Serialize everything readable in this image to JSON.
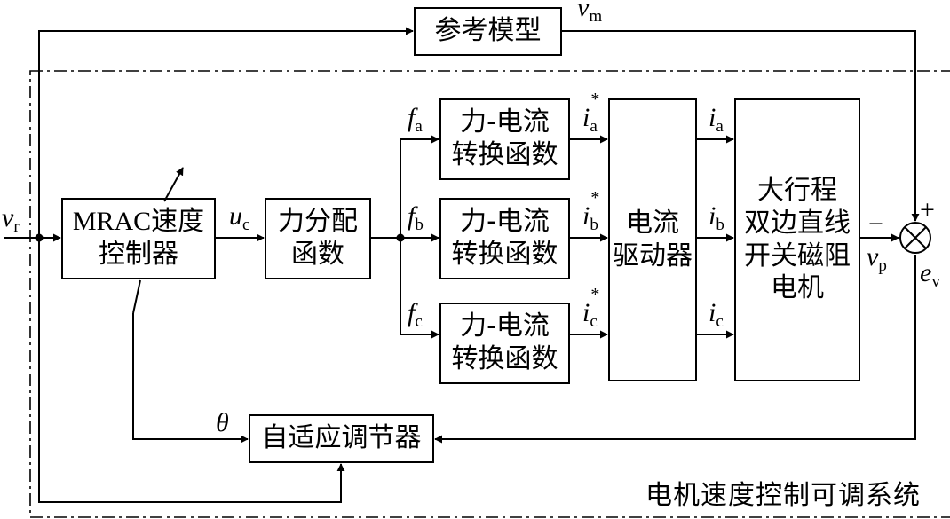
{
  "blocks": {
    "reference_model": "参考模型",
    "mrac_controller_line1": "MRAC速度",
    "mrac_controller_line2": "控制器",
    "force_distribution_line1": "力分配",
    "force_distribution_line2": "函数",
    "force_current_a_line1": "力-电流",
    "force_current_a_line2": "转换函数",
    "force_current_b_line1": "力-电流",
    "force_current_b_line2": "转换函数",
    "force_current_c_line1": "力-电流",
    "force_current_c_line2": "转换函数",
    "current_driver_line1": "电流",
    "current_driver_line2": "驱动器",
    "motor_line1": "大行程",
    "motor_line2": "双边直线",
    "motor_line3": "开关磁阻",
    "motor_line4": "电机",
    "adaptive_regulator": "自适应调节器"
  },
  "region_label": "电机速度控制可调系统",
  "signals": {
    "vr": {
      "base": "v",
      "sub": "r"
    },
    "vm": {
      "base": "v",
      "sub": "m"
    },
    "uc": {
      "base": "u",
      "sub": "c"
    },
    "fa": {
      "base": "f",
      "sub": "a"
    },
    "fb": {
      "base": "f",
      "sub": "b"
    },
    "fc": {
      "base": "f",
      "sub": "c"
    },
    "ia_star": {
      "base": "i",
      "sub": "a",
      "sup": "*"
    },
    "ib_star": {
      "base": "i",
      "sub": "b",
      "sup": "*"
    },
    "ic_star": {
      "base": "i",
      "sub": "c",
      "sup": "*"
    },
    "ia": {
      "base": "i",
      "sub": "a"
    },
    "ib": {
      "base": "i",
      "sub": "b"
    },
    "ic": {
      "base": "i",
      "sub": "c"
    },
    "vp": {
      "base": "v",
      "sub": "p"
    },
    "ev": {
      "base": "e",
      "sub": "v"
    },
    "theta": "θ",
    "plus": "+",
    "minus": "−"
  }
}
